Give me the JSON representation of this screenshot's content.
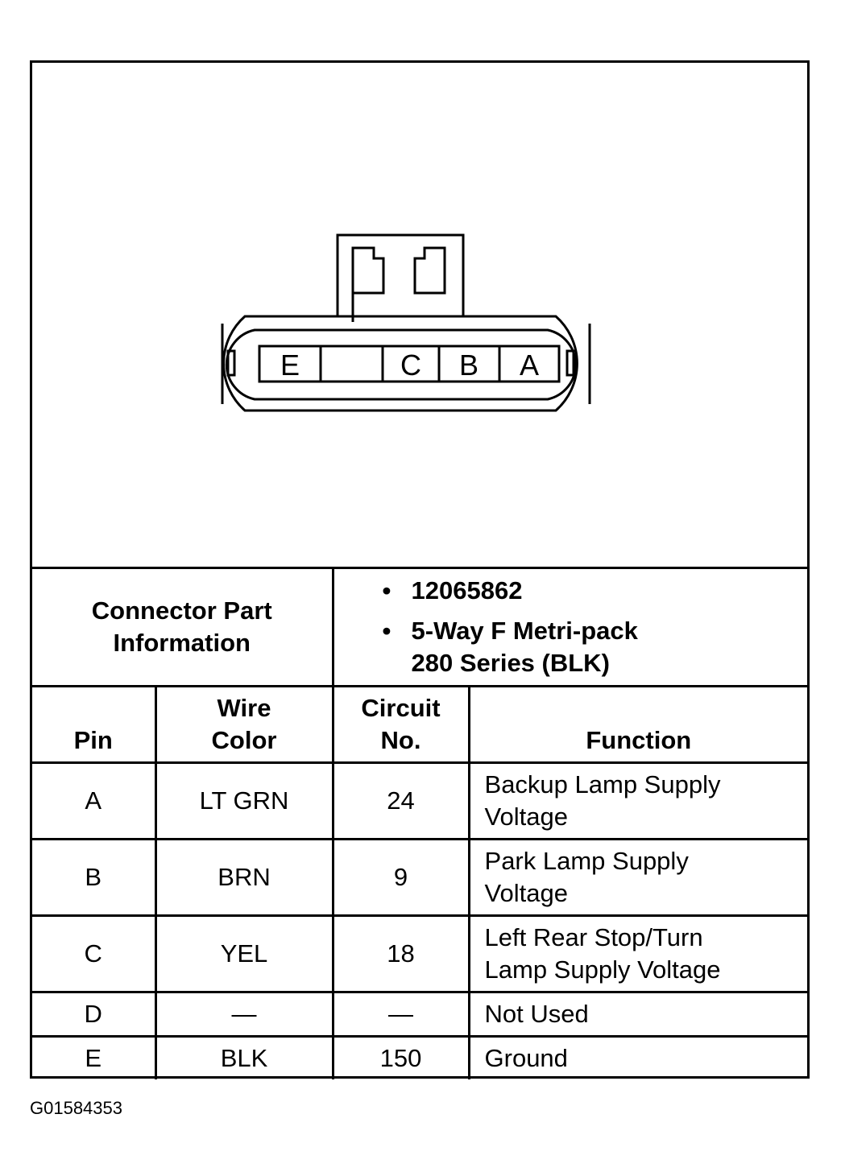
{
  "connector": {
    "cavity_labels": [
      "E",
      "C",
      "B",
      "A"
    ]
  },
  "part_info": {
    "label_line1": "Connector Part",
    "label_line2": "Information",
    "bullet": "•",
    "part_number": "12065862",
    "description_line1": "5-Way F Metri-pack",
    "description_line2": "280 Series (BLK)"
  },
  "table": {
    "headers": {
      "pin": "Pin",
      "wire_color_line1": "Wire",
      "wire_color_line2": "Color",
      "circuit_line1": "Circuit",
      "circuit_line2": "No.",
      "function": "Function"
    },
    "rows": [
      {
        "pin": "A",
        "wire_color": "LT GRN",
        "circuit": "24",
        "function_line1": "Backup Lamp Supply",
        "function_line2": "Voltage"
      },
      {
        "pin": "B",
        "wire_color": "BRN",
        "circuit": "9",
        "function_line1": "Park Lamp Supply",
        "function_line2": "Voltage"
      },
      {
        "pin": "C",
        "wire_color": "YEL",
        "circuit": "18",
        "function_line1": "Left Rear Stop/Turn",
        "function_line2": "Lamp Supply Voltage"
      },
      {
        "pin": "D",
        "wire_color": "—",
        "circuit": "—",
        "function_line1": "Not Used",
        "function_line2": ""
      },
      {
        "pin": "E",
        "wire_color": "BLK",
        "circuit": "150",
        "function_line1": "Ground",
        "function_line2": ""
      }
    ]
  },
  "figure_id": "G01584353"
}
